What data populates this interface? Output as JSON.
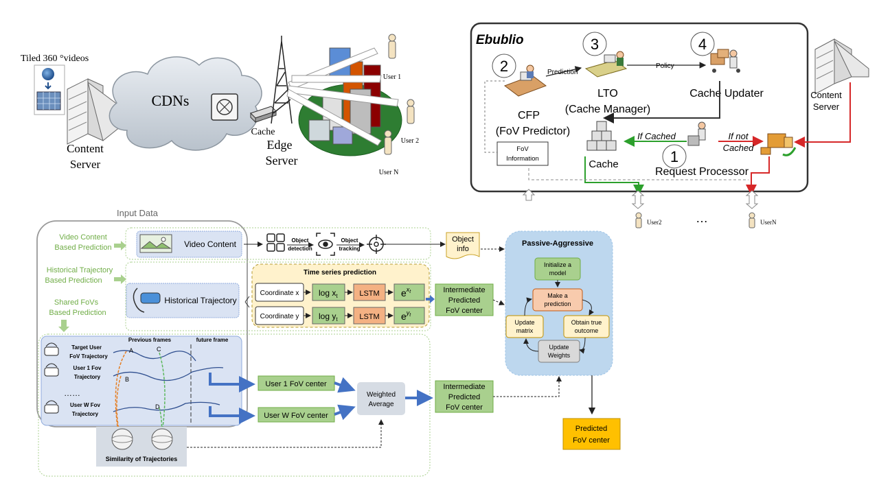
{
  "top_left": {
    "tiled_label": "Tiled 360 °videos",
    "content_server": [
      "Content",
      "Server"
    ],
    "cdns": "CDNs",
    "cache": "Cache",
    "edge_server": [
      "Edge",
      "Server"
    ],
    "user1": "User 1",
    "user2": "User 2",
    "userN": "User N"
  },
  "ebublio": {
    "title": "Ebublio",
    "steps": [
      "2",
      "3",
      "4",
      "1"
    ],
    "prediction_arrow": "Prediction",
    "policy_arrow": "Policy",
    "cfp": [
      "CFP",
      "(FoV Predictor)"
    ],
    "lto": [
      "LTO",
      "(Cache Manager)"
    ],
    "cache_updater": "Cache Updater",
    "content_server": [
      "Content",
      "Server"
    ],
    "fov_info": [
      "FoV",
      "Information"
    ],
    "cache": "Cache",
    "if_cached": "If Cached",
    "if_not_cached": [
      "If not",
      "Cached"
    ],
    "request_processor": "Request Processor",
    "user2": "User2",
    "dots": "…",
    "userN": "UserN"
  },
  "pipeline": {
    "input_data": "Input Data",
    "video_content_pred": [
      "Video Content",
      "Based Prediction"
    ],
    "historical_pred": [
      "Historical Trajectory",
      "Based Prediction"
    ],
    "shared_pred": [
      "Shared FoVs",
      "Based Prediction"
    ],
    "video_content": "Video Content",
    "object_detection": [
      "Object",
      "detection"
    ],
    "object_tracking": [
      "Object",
      "tracking"
    ],
    "object_info": [
      "Object",
      "info"
    ],
    "time_series": "Time series prediction",
    "historical_trajectory": "Historical Trajectory",
    "coord_x": "Coordinate x",
    "coord_y": "Coordinate y",
    "log_x": "log x",
    "log_y": "log y",
    "lstm": "LSTM",
    "exp_x": "e",
    "exp_y": "e",
    "sub_t": "t",
    "intermediate": [
      "Intermediate",
      "Predicted",
      "FoV center"
    ],
    "target_user": [
      "Target User",
      "FoV Trajectory"
    ],
    "user1_traj": [
      "User 1 Fov",
      "Trajectory"
    ],
    "dots": "……",
    "userw_traj": [
      "User W Fov",
      "Trajectory"
    ],
    "previous_frames": "Previous frames",
    "future_frame": "future frame",
    "points": [
      "A",
      "B",
      "C",
      "D"
    ],
    "user1_center": "User 1 FoV center",
    "userw_center": "User W FoV center",
    "weighted_average": [
      "Weighted",
      "Average"
    ],
    "similarity": "Similarity of Trajectories",
    "passive_aggressive": "Passive-Aggressive",
    "pa_init": [
      "Initialize a",
      "model"
    ],
    "pa_make": [
      "Make a",
      "prediction"
    ],
    "pa_obtain": [
      "Obtain true",
      "outcome"
    ],
    "pa_update_weights": [
      "Update",
      "Weights"
    ],
    "pa_update_matrix": [
      "Update",
      "matrix"
    ],
    "predicted": [
      "Predicted",
      "FoV center"
    ]
  },
  "colors": {
    "green_box": "#a9d08e",
    "blue_box": "#4472c4",
    "light_blue": "#dae3f3",
    "orange": "#f4b183",
    "yellow": "#ffc000",
    "green_text": "#70ad47"
  }
}
